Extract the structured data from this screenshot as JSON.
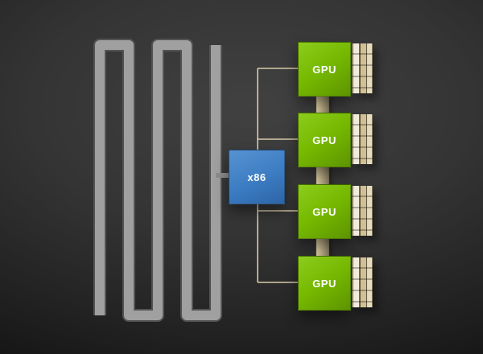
{
  "diagram": {
    "cpu": {
      "label": "x86"
    },
    "gpus": [
      {
        "label": "GPU"
      },
      {
        "label": "GPU"
      },
      {
        "label": "GPU"
      },
      {
        "label": "GPU"
      }
    ]
  },
  "colors": {
    "gpu_green": "#76b900",
    "gpu_green_light": "#8ccc1e",
    "gpu_green_dark": "#5d9400",
    "cpu_blue": "#3c7cc2",
    "cpu_blue_light": "#5793d2",
    "cpu_blue_dark": "#2d64a6",
    "line_tan": "#d8cbaa",
    "trace_gray": "#a0a0a0",
    "memory_tan": "#d2c094",
    "memory_cream": "#f1ebd9"
  }
}
